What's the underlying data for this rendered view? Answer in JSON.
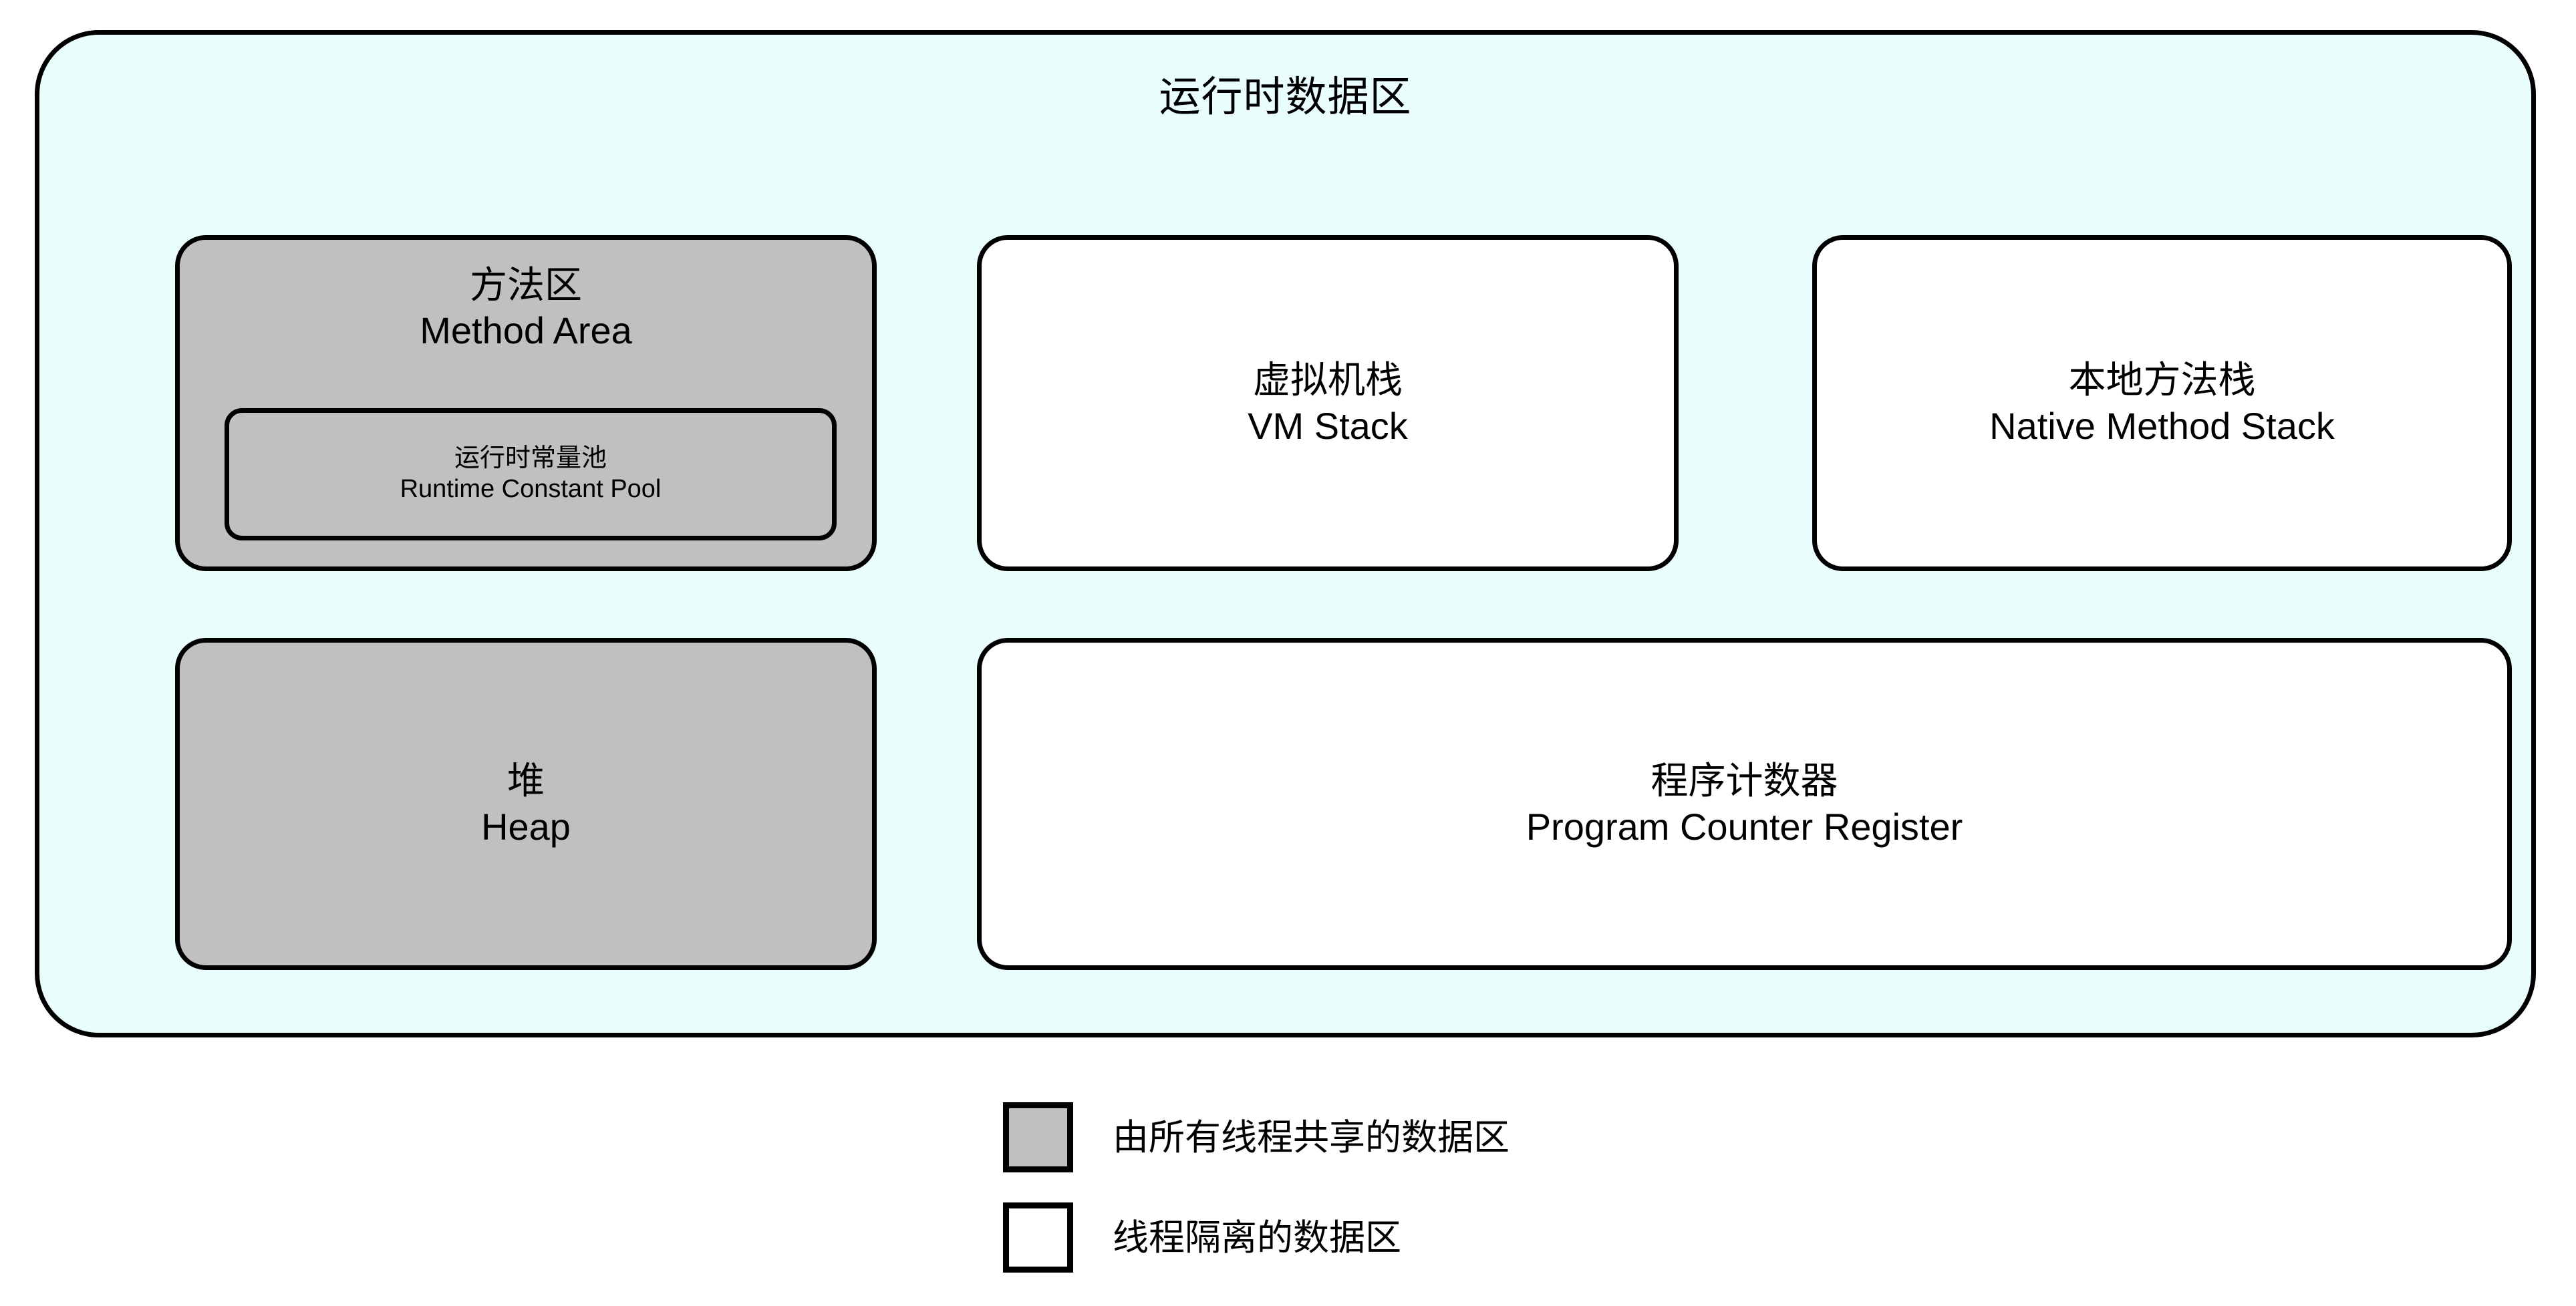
{
  "diagram": {
    "title": "运行时数据区",
    "container_fill": "#eafdfd",
    "shared_fill": "#c0c0c0",
    "isolated_fill": "#ffffff",
    "border_color": "#000000"
  },
  "regions": {
    "method_area": {
      "label_cn": "方法区",
      "label_en": "Method Area",
      "nested": {
        "label_cn": "运行时常量池",
        "label_en": "Runtime Constant Pool"
      }
    },
    "vm_stack": {
      "label_cn": "虚拟机栈",
      "label_en": "VM Stack"
    },
    "native_method_stack": {
      "label_cn": "本地方法栈",
      "label_en": "Native Method Stack"
    },
    "heap": {
      "label_cn": "堆",
      "label_en": "Heap"
    },
    "pc_register": {
      "label_cn": "程序计数器",
      "label_en": "Program Counter Register"
    }
  },
  "legend": {
    "items": [
      {
        "swatch": "shared",
        "label": "由所有线程共享的数据区"
      },
      {
        "swatch": "isolated",
        "label": "线程隔离的数据区"
      }
    ]
  }
}
